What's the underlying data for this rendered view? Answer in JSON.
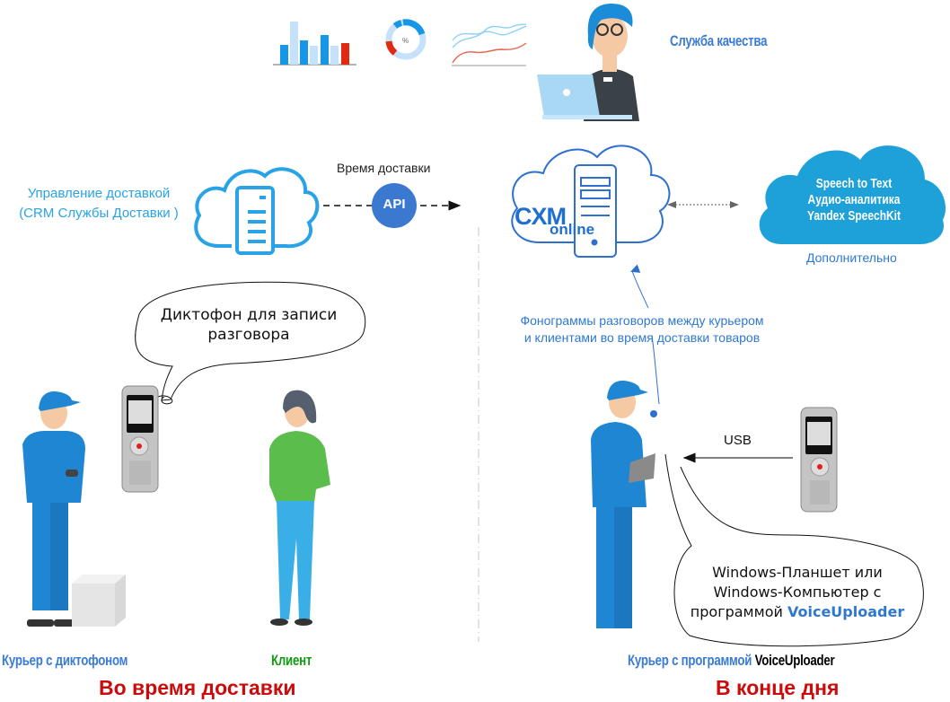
{
  "header": {
    "quality_service_label": "Служба качества",
    "donut_label": "%"
  },
  "left_section": {
    "crm_label_line1": "Управление доставкой",
    "crm_label_line2": "(CRM Службы Доставки )",
    "delivery_time_label": "Время доставки",
    "api_label": "API",
    "recorder_bubble_line1": "Диктофон для записи",
    "recorder_bubble_line2": "разговора",
    "courier_label": "Курьер с  диктофоном",
    "client_label": "Клиент",
    "phase_label": "Во время доставки"
  },
  "right_section": {
    "cxm_label": "CXM",
    "cxm_sub_label": "online",
    "speech_cloud": {
      "line1": "Speech to Text",
      "line2": "Аудио-аналитика",
      "line3": "Yandex SpeechKit"
    },
    "optional_label": "Дополнительно",
    "phonograms_line1": "Фонограммы разговоров между курьером",
    "phonograms_line2": "и клиентами во время  доставки товаров",
    "usb_label": "USB",
    "device_bubble_line1": "Windows-Планшет или",
    "device_bubble_line2": "Windows-Компьютер с",
    "device_bubble_line3_prefix": "программой ",
    "device_bubble_line3_app": "VoiceUploader",
    "courier_label_prefix": "Курьер с  программой ",
    "courier_label_app": "VoiceUploader",
    "phase_label": "В конце дня"
  },
  "colors": {
    "accent_blue": "#3a7bd5",
    "light_blue": "#29a3e6",
    "cloud_blue": "#1ea1d9",
    "api_blue": "#3b78d0",
    "phase_red": "#cc0b0b",
    "client_green": "#139a13"
  }
}
